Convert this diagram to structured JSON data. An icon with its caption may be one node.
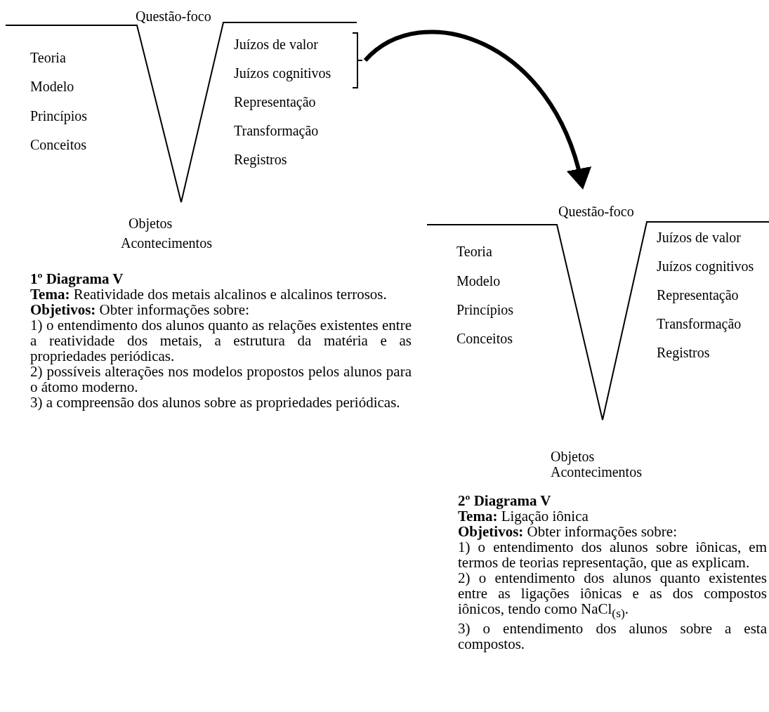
{
  "diagram": {
    "nodes": [
      {
        "text": [
          "Juízos de valor",
          "Juízos cognitivos"
        ]
      },
      {
        "text": [
          "Questão-foco"
        ]
      }
    ],
    "edges": [
      {
        "from": 0,
        "to": 1,
        "arrow": "to"
      }
    ],
    "labels": [
      "Questão-foco",
      "Teoria",
      "Modelo",
      "Princípios",
      "Conceitos",
      "Representação",
      "Transformação",
      "Registros",
      "Objetos",
      "Acontecimentos",
      "1º Diagrama V",
      "**Tema:** Reatividade dos metais alcalinos e alcalinos terrosos.",
      "**Objetivos:** Obter informações sobre:",
      "1) o entendimento dos alunos quanto as relações existentes entre a reatividade dos metais, a estrutura da matéria e as propriedades periódicas.",
      "2) possíveis alterações nos modelos propostos pelos alunos para o átomo moderno.",
      "3) a compreensão dos alunos sobre as propriedades periódicas.",
      "Teoria",
      "Modelo",
      "Princípios",
      "Conceitos",
      "Juízos de valor",
      "Juízos cognitivos",
      "Representação",
      "Transformação",
      "Registros",
      "Objetos",
      "Acontecimentos",
      "2º Diagrama V",
      "**Tema:** Ligação iônica",
      "**Objetivos:** Obter informações sobre:",
      "1) o entendimento dos alunos sobre iônicas, em termos de teorias representação, que as explicam.",
      "2) o entendimento dos alunos quanto existentes entre as ligações iônicas e as dos compostos iônicos, tendo como NaCl$_{(s)}$.",
      "3) o entendimento dos alunos sobre a esta compostos."
    ]
  }
}
